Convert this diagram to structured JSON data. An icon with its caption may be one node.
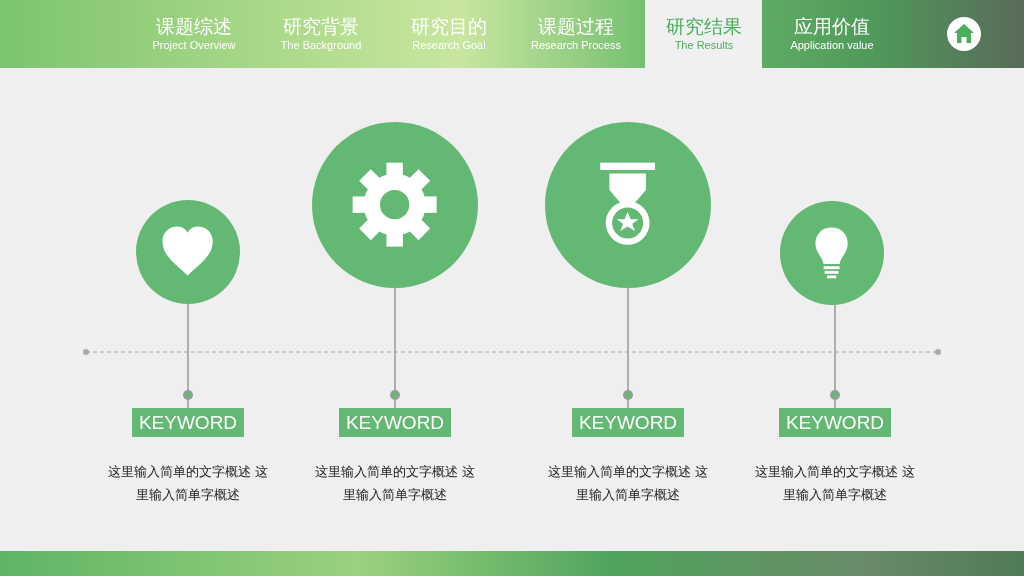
{
  "diagram": {
    "nodes": [
      {
        "text": [],
        "shape": "circle"
      },
      {
        "text": [],
        "shape": "circle"
      },
      {
        "text": [],
        "shape": "circle"
      },
      {
        "text": [],
        "shape": "circle"
      },
      {
        "text": [
          "KEYWORD"
        ],
        "beside": [
          "这里输入简单的文字概述 这里输入简单字概述"
        ]
      },
      {
        "text": [
          "KEYWORD"
        ],
        "beside": [
          "这里输入简单的文字概述 这里输入简单字概述"
        ]
      },
      {
        "text": [
          "KEYWORD"
        ],
        "beside": [
          "这里输入简单的文字概述 这里输入简单字概述"
        ]
      },
      {
        "text": [
          "KEYWORD"
        ],
        "beside": [
          "这里输入简单的文字概述 这里输入简单字概述"
        ]
      }
    ],
    "edges": [
      {
        "from": 0,
        "to": 4,
        "arrow": "other"
      },
      {
        "from": 1,
        "to": 5,
        "arrow": "other"
      },
      {
        "from": 2,
        "to": 6,
        "arrow": "other"
      },
      {
        "from": 3,
        "to": 7,
        "arrow": "other"
      }
    ],
    "labels": [
      "课题综述",
      "Project Overview",
      "研究背景",
      "The Background",
      "研究目的",
      "Research Goal",
      "课题过程",
      "Research Process",
      "研究结果",
      "The Results",
      "应用价值",
      "Application value"
    ]
  }
}
